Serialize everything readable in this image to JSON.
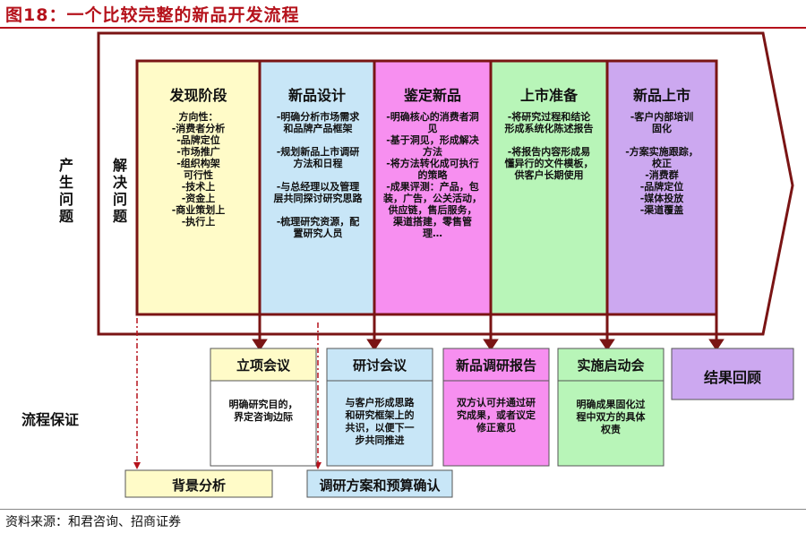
{
  "figure_title": "图18：一个比较完整的新品开发流程",
  "left_labels": {
    "problem": "产生问题",
    "solution": "解决问题",
    "process": "流程保证"
  },
  "stages": [
    {
      "title": "发现阶段",
      "color": "#fffbc8",
      "lines": [
        "方向性：",
        "-消费者分析",
        "-品牌定位",
        "-市场推广",
        "-组织构架",
        "可行性",
        "-技术上",
        "-资金上",
        "-商业策划上",
        "-执行上"
      ]
    },
    {
      "title": "新品设计",
      "color": "#c8e6f7",
      "lines": [
        "-明确分析市场需求",
        "和品牌产品框架",
        "",
        "-规划新品上市调研",
        "方法和日程",
        "",
        "-与总经理以及管理",
        "层共同探讨研究思路",
        "",
        "-梳理研究资源，配",
        "置研究人员"
      ]
    },
    {
      "title": "鉴定新品",
      "color": "#f78ff0",
      "lines": [
        "-明确核心的消费者洞",
        "见",
        "-基于洞见，形成解决",
        "方法",
        "-将方法转化成可执行",
        "的策略",
        "-成果评测：产品，包",
        "装，广告，公关活动，",
        "供应链，售后服务，",
        "渠道搭建，零售管",
        "理…"
      ]
    },
    {
      "title": "上市准备",
      "color": "#b8f5b8",
      "lines": [
        "-将研究过程和结论",
        "形成系统化陈述报告",
        "",
        "-将报告内容形成易",
        "懂异行的文件模板，",
        "供客户长期使用"
      ]
    },
    {
      "title": "新品上市",
      "color": "#cca8f0",
      "lines": [
        "-客户内部培训",
        "固化",
        "",
        "-方案实施跟踪，",
        "校正",
        "-消费群",
        "-品牌定位",
        "-媒体投放",
        "-渠道覆盖"
      ]
    }
  ],
  "meetings": [
    {
      "title": "立项会议",
      "title_color": "#fffbc8",
      "lines": [
        "明确研究目的，",
        "界定咨询边际"
      ]
    },
    {
      "title": "研讨会议",
      "title_color": "#c8e6f7",
      "lines": [
        "与客户形成思路",
        "和研究框架上的",
        "共识，以便下一",
        "步共同推进"
      ]
    },
    {
      "title": "新品调研报告",
      "title_color": "#f78ff0",
      "lines": [
        "双方认可并通过研",
        "究成果，或者议定",
        "修正意见"
      ]
    },
    {
      "title": "实施启动会",
      "title_color": "#b8f5b8",
      "lines": [
        "明确成果固化过",
        "程中双方的具体",
        "权责"
      ]
    }
  ],
  "final_review": {
    "title": "结果回顾",
    "color": "#cca8f0"
  },
  "bottom_boxes": [
    {
      "label": "背景分析",
      "color": "#fffbc8"
    },
    {
      "label": "调研方案和预算确认",
      "color": "#c8e6f7"
    }
  ],
  "colors": {
    "arrow_border": "#7a1414",
    "title_red": "#b5121b",
    "dashed_line": "#b5121b"
  },
  "source_note": "资料来源：和君咨询、招商证券"
}
